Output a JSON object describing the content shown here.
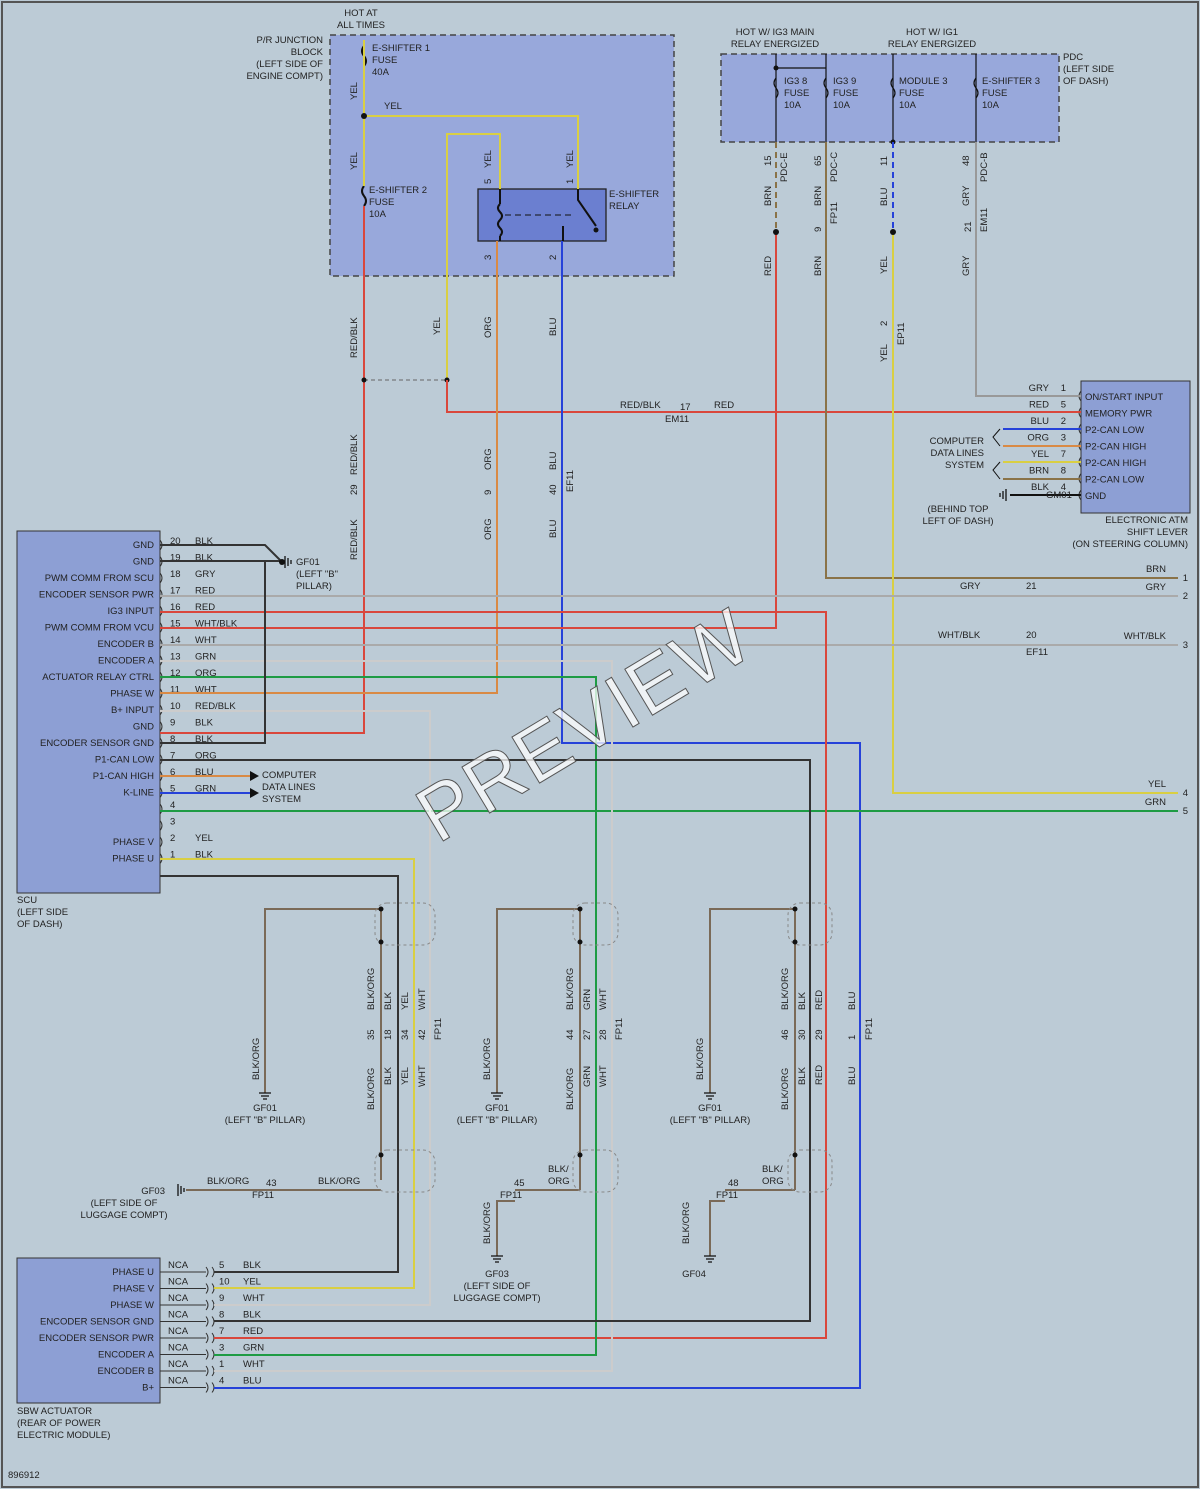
{
  "doc_id": "896912",
  "watermark": "PREVIEW",
  "pjb": {
    "hot": [
      "HOT AT",
      "ALL TIMES"
    ],
    "name": [
      "P/R JUNCTION",
      "BLOCK",
      "(LEFT SIDE OF",
      "ENGINE COMPT)"
    ],
    "fuse1": [
      "E-SHIFTER 1",
      "FUSE",
      "40A"
    ],
    "fuse2": [
      "E-SHIFTER 2",
      "FUSE",
      "10A"
    ],
    "relay": [
      "E-SHIFTER",
      "RELAY"
    ]
  },
  "pdc": {
    "hot_ig3": [
      "HOT W/ IG3 MAIN",
      "RELAY ENERGIZED"
    ],
    "hot_ig1": [
      "HOT W/ IG1",
      "RELAY ENERGIZED"
    ],
    "name": [
      "PDC",
      "(LEFT SIDE",
      "OF DASH)"
    ],
    "fuses": [
      [
        "IG3 8",
        "FUSE",
        "10A"
      ],
      [
        "IG3 9",
        "FUSE",
        "10A"
      ],
      [
        "MODULE 3",
        "FUSE",
        "10A"
      ],
      [
        "E-SHIFTER 3",
        "FUSE",
        "10A"
      ]
    ]
  },
  "scu": {
    "name": [
      "SCU",
      "(LEFT SIDE",
      "OF DASH)"
    ],
    "pins": [
      {
        "label": "GND",
        "num": "20",
        "color": "BLK"
      },
      {
        "label": "GND",
        "num": "19",
        "color": "BLK"
      },
      {
        "label": "PWM COMM FROM SCU",
        "num": "18",
        "color": "GRY"
      },
      {
        "label": "ENCODER SENSOR PWR",
        "num": "17",
        "color": "RED"
      },
      {
        "label": "IG3 INPUT",
        "num": "16",
        "color": "RED"
      },
      {
        "label": "PWM COMM FROM VCU",
        "num": "15",
        "color": "WHT/BLK"
      },
      {
        "label": "ENCODER B",
        "num": "14",
        "color": "WHT"
      },
      {
        "label": "ENCODER A",
        "num": "13",
        "color": "GRN"
      },
      {
        "label": "ACTUATOR RELAY CTRL",
        "num": "12",
        "color": "ORG"
      },
      {
        "label": "PHASE W",
        "num": "11",
        "color": "WHT"
      },
      {
        "label": "B+ INPUT",
        "num": "10",
        "color": "RED/BLK"
      },
      {
        "label": "GND",
        "num": "9",
        "color": "BLK"
      },
      {
        "label": "ENCODER SENSOR GND",
        "num": "8",
        "color": "BLK"
      },
      {
        "label": "P1-CAN LOW",
        "num": "7",
        "color": "ORG"
      },
      {
        "label": "P1-CAN HIGH",
        "num": "6",
        "color": "BLU"
      },
      {
        "label": "K-LINE",
        "num": "5",
        "color": "GRN"
      },
      {
        "label": "",
        "num": "4",
        "color": ""
      },
      {
        "label": "",
        "num": "3",
        "color": ""
      },
      {
        "label": "PHASE V",
        "num": "2",
        "color": "YEL"
      },
      {
        "label": "PHASE U",
        "num": "1",
        "color": "BLK"
      }
    ],
    "cdl": [
      "COMPUTER",
      "DATA LINES",
      "SYSTEM"
    ]
  },
  "atm": {
    "name": [
      "ELECTRONIC ATM",
      "SHIFT LEVER",
      "(ON STEERING COLUMN)"
    ],
    "pins": [
      {
        "label": "ON/START INPUT",
        "color": "GRY",
        "num": "1"
      },
      {
        "label": "MEMORY PWR",
        "color": "RED",
        "num": "5"
      },
      {
        "label": "P2-CAN LOW",
        "color": "BLU",
        "num": "2"
      },
      {
        "label": "P2-CAN HIGH",
        "color": "ORG",
        "num": "3"
      },
      {
        "label": "P2-CAN HIGH",
        "color": "YEL",
        "num": "7"
      },
      {
        "label": "P2-CAN LOW",
        "color": "BRN",
        "num": "8"
      },
      {
        "label": "GND",
        "color": "BLK",
        "num": "4"
      }
    ],
    "cdl": [
      "COMPUTER",
      "DATA LINES",
      "SYSTEM"
    ],
    "gm01": [
      "GM01",
      "(BEHIND TOP",
      "LEFT OF DASH)"
    ]
  },
  "sbw": {
    "name": [
      "SBW ACTUATOR",
      "(REAR OF POWER",
      "ELECTRIC MODULE)"
    ],
    "pins": [
      {
        "label": "PHASE U",
        "nca": "NCA",
        "num": "5",
        "color": "BLK"
      },
      {
        "label": "PHASE V",
        "nca": "NCA",
        "num": "10",
        "color": "YEL"
      },
      {
        "label": "PHASE W",
        "nca": "NCA",
        "num": "9",
        "color": "WHT"
      },
      {
        "label": "ENCODER SENSOR GND",
        "nca": "NCA",
        "num": "8",
        "color": "BLK"
      },
      {
        "label": "ENCODER SENSOR PWR",
        "nca": "NCA",
        "num": "7",
        "color": "RED"
      },
      {
        "label": "ENCODER A",
        "nca": "NCA",
        "num": "3",
        "color": "GRN"
      },
      {
        "label": "ENCODER B",
        "nca": "NCA",
        "num": "1",
        "color": "WHT"
      },
      {
        "label": "B+",
        "nca": "NCA",
        "num": "4",
        "color": "BLU"
      }
    ]
  },
  "grounds": {
    "gf01_top": [
      "GF01",
      "(LEFT \"B\"",
      "PILLAR)"
    ],
    "gf01": [
      "GF01",
      "(LEFT \"B\" PILLAR)"
    ],
    "gf03": [
      "GF03",
      "(LEFT SIDE OF",
      "LUGGAGE COMPT)"
    ],
    "gf04": "GF04"
  },
  "connectors": {
    "em11": "EM11",
    "ef11": "EF11",
    "fp11": "FP11",
    "ep11": "EP11",
    "pdc_e": "PDC-E",
    "pdc_c": "PDC-C",
    "pdc_b": "PDC-B"
  },
  "wires": {
    "red_blk": "RED/BLK",
    "red": "RED",
    "yel": "YEL",
    "org": "ORG",
    "blu": "BLU",
    "brn": "BRN",
    "gry": "GRY",
    "wht_blk": "WHT/BLK",
    "grn": "GRN",
    "blk": "BLK",
    "wht": "WHT",
    "blk_org": "BLK/ORG",
    "blk_slash": "BLK/"
  },
  "pin_numbers": {
    "em11_17": "17",
    "ef11_29": "29",
    "ef11_9": "9",
    "ef11_40": "40",
    "ef11_21": "21",
    "ef11_20": "20",
    "pdc_15": "15",
    "pdc_65": "65",
    "pdc_11": "11",
    "pdc_48": "48",
    "fp11_9": "9",
    "ep11_2": "2",
    "em11_21": "21",
    "relay_5": "5",
    "relay_1": "1",
    "relay_3": "3",
    "relay_2": "2",
    "fp_a": [
      "35",
      "18",
      "34",
      "42"
    ],
    "fp_b": [
      "44",
      "27",
      "28"
    ],
    "fp_c": [
      "46",
      "30",
      "29",
      "1"
    ],
    "fp_43": "43",
    "fp_45": "45",
    "fp_48": "48"
  },
  "right_edge": [
    {
      "num": "1",
      "color": "BRN"
    },
    {
      "num": "2",
      "color": "GRY"
    },
    {
      "num": "3",
      "color": "WHT/BLK"
    },
    {
      "num": "4",
      "color": "YEL"
    },
    {
      "num": "5",
      "color": "GRN"
    }
  ]
}
